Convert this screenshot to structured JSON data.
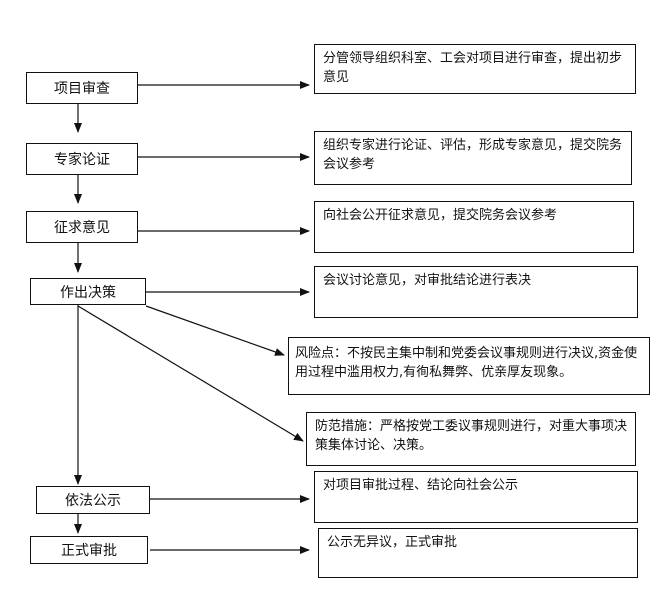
{
  "steps": [
    {
      "id": "review",
      "label": "项目审查"
    },
    {
      "id": "expert",
      "label": "专家论证"
    },
    {
      "id": "solicit",
      "label": "征求意见"
    },
    {
      "id": "decide",
      "label": "作出决策"
    },
    {
      "id": "publicize",
      "label": "依法公示"
    },
    {
      "id": "approve",
      "label": "正式审批"
    }
  ],
  "notes": [
    {
      "id": "review-note",
      "text": "分管领导组织科室、工会对项目进行审查，提出初步意见"
    },
    {
      "id": "expert-note",
      "text": "组织专家进行论证、评估，形成专家意见，提交院务会议参考"
    },
    {
      "id": "solicit-note",
      "text": "向社会公开征求意见，提交院务会议参考"
    },
    {
      "id": "decide-note",
      "text": "会议讨论意见，对审批结论进行表决"
    },
    {
      "id": "risk-note",
      "text": "风险点：不按民主集中制和党委会议事规则进行决议,资金使用过程中滥用权力,有徇私舞弊、优亲厚友现象。"
    },
    {
      "id": "prevent-note",
      "text": "防范措施：严格按党工委议事规则进行，对重大事项决策集体讨论、决策。"
    },
    {
      "id": "publicize-note",
      "text": "对项目审批过程、结论向社会公示"
    },
    {
      "id": "approve-note",
      "text": "公示无异议，正式审批"
    }
  ]
}
